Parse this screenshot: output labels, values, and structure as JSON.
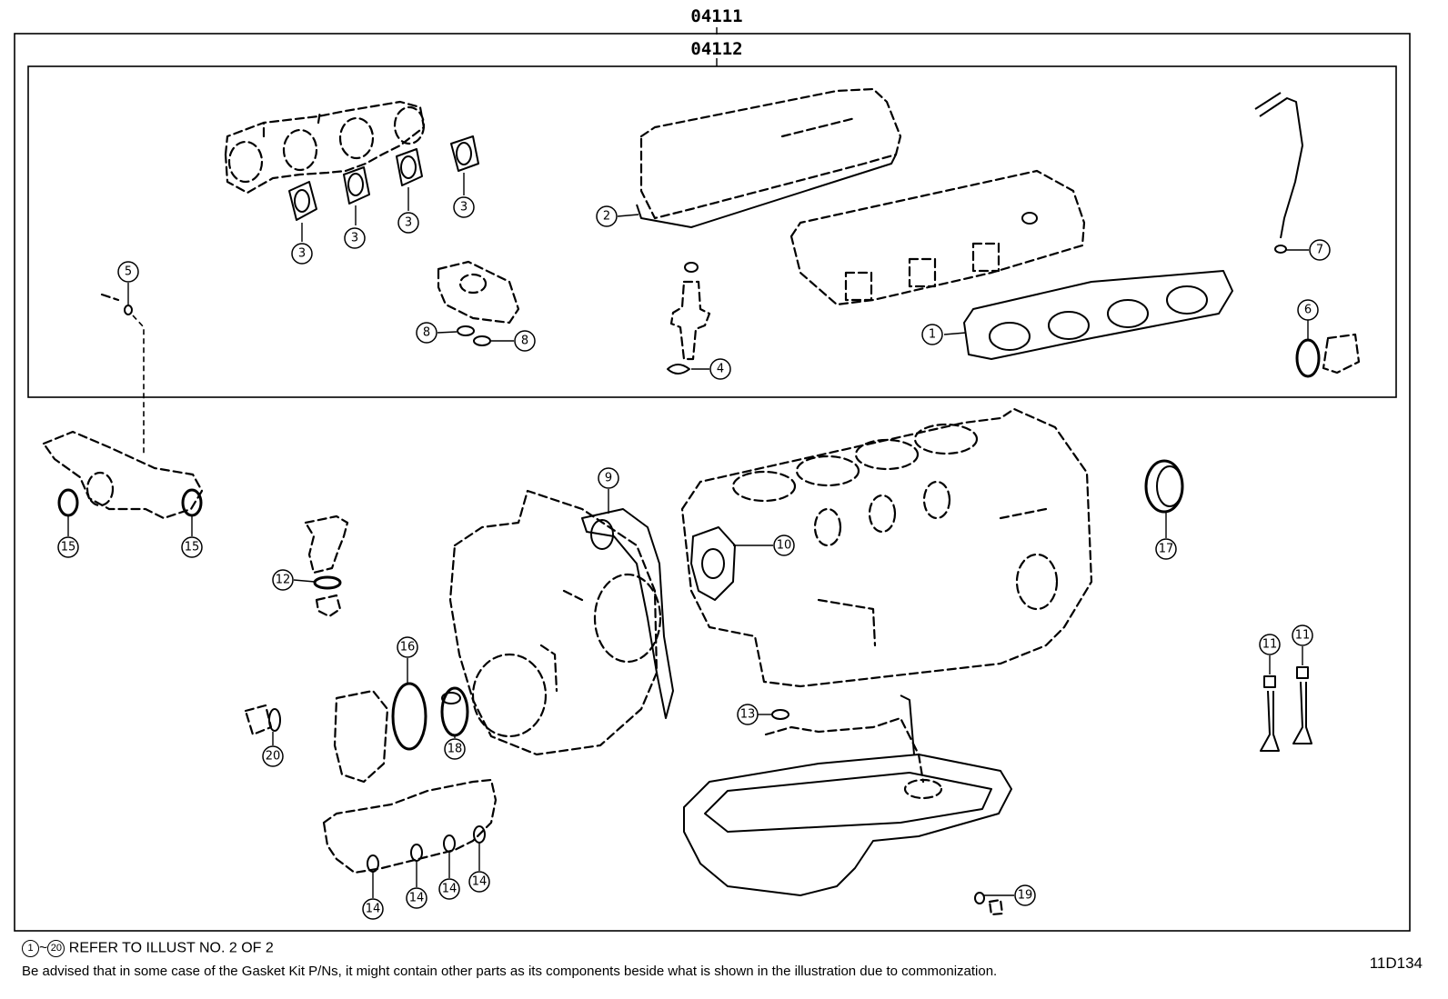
{
  "assembly_codes": {
    "outer": "04111",
    "inner": "04112"
  },
  "callouts": [
    "1",
    "2",
    "3",
    "3",
    "3",
    "3",
    "4",
    "5",
    "6",
    "7",
    "8",
    "8",
    "9",
    "10",
    "11",
    "11",
    "12",
    "13",
    "14",
    "14",
    "14",
    "14",
    "15",
    "15",
    "16",
    "17",
    "18",
    "19",
    "20"
  ],
  "note_refer": {
    "start": "1",
    "tilde": "~",
    "end": "20",
    "text": "REFER TO ILLUST NO. 2 OF 2"
  },
  "note_advisory": "Be advised that in some case of the Gasket Kit P/Ns,  it might contain other parts as its components beside what is shown in the illustration due to commonization.",
  "illustration_id": "11D134"
}
